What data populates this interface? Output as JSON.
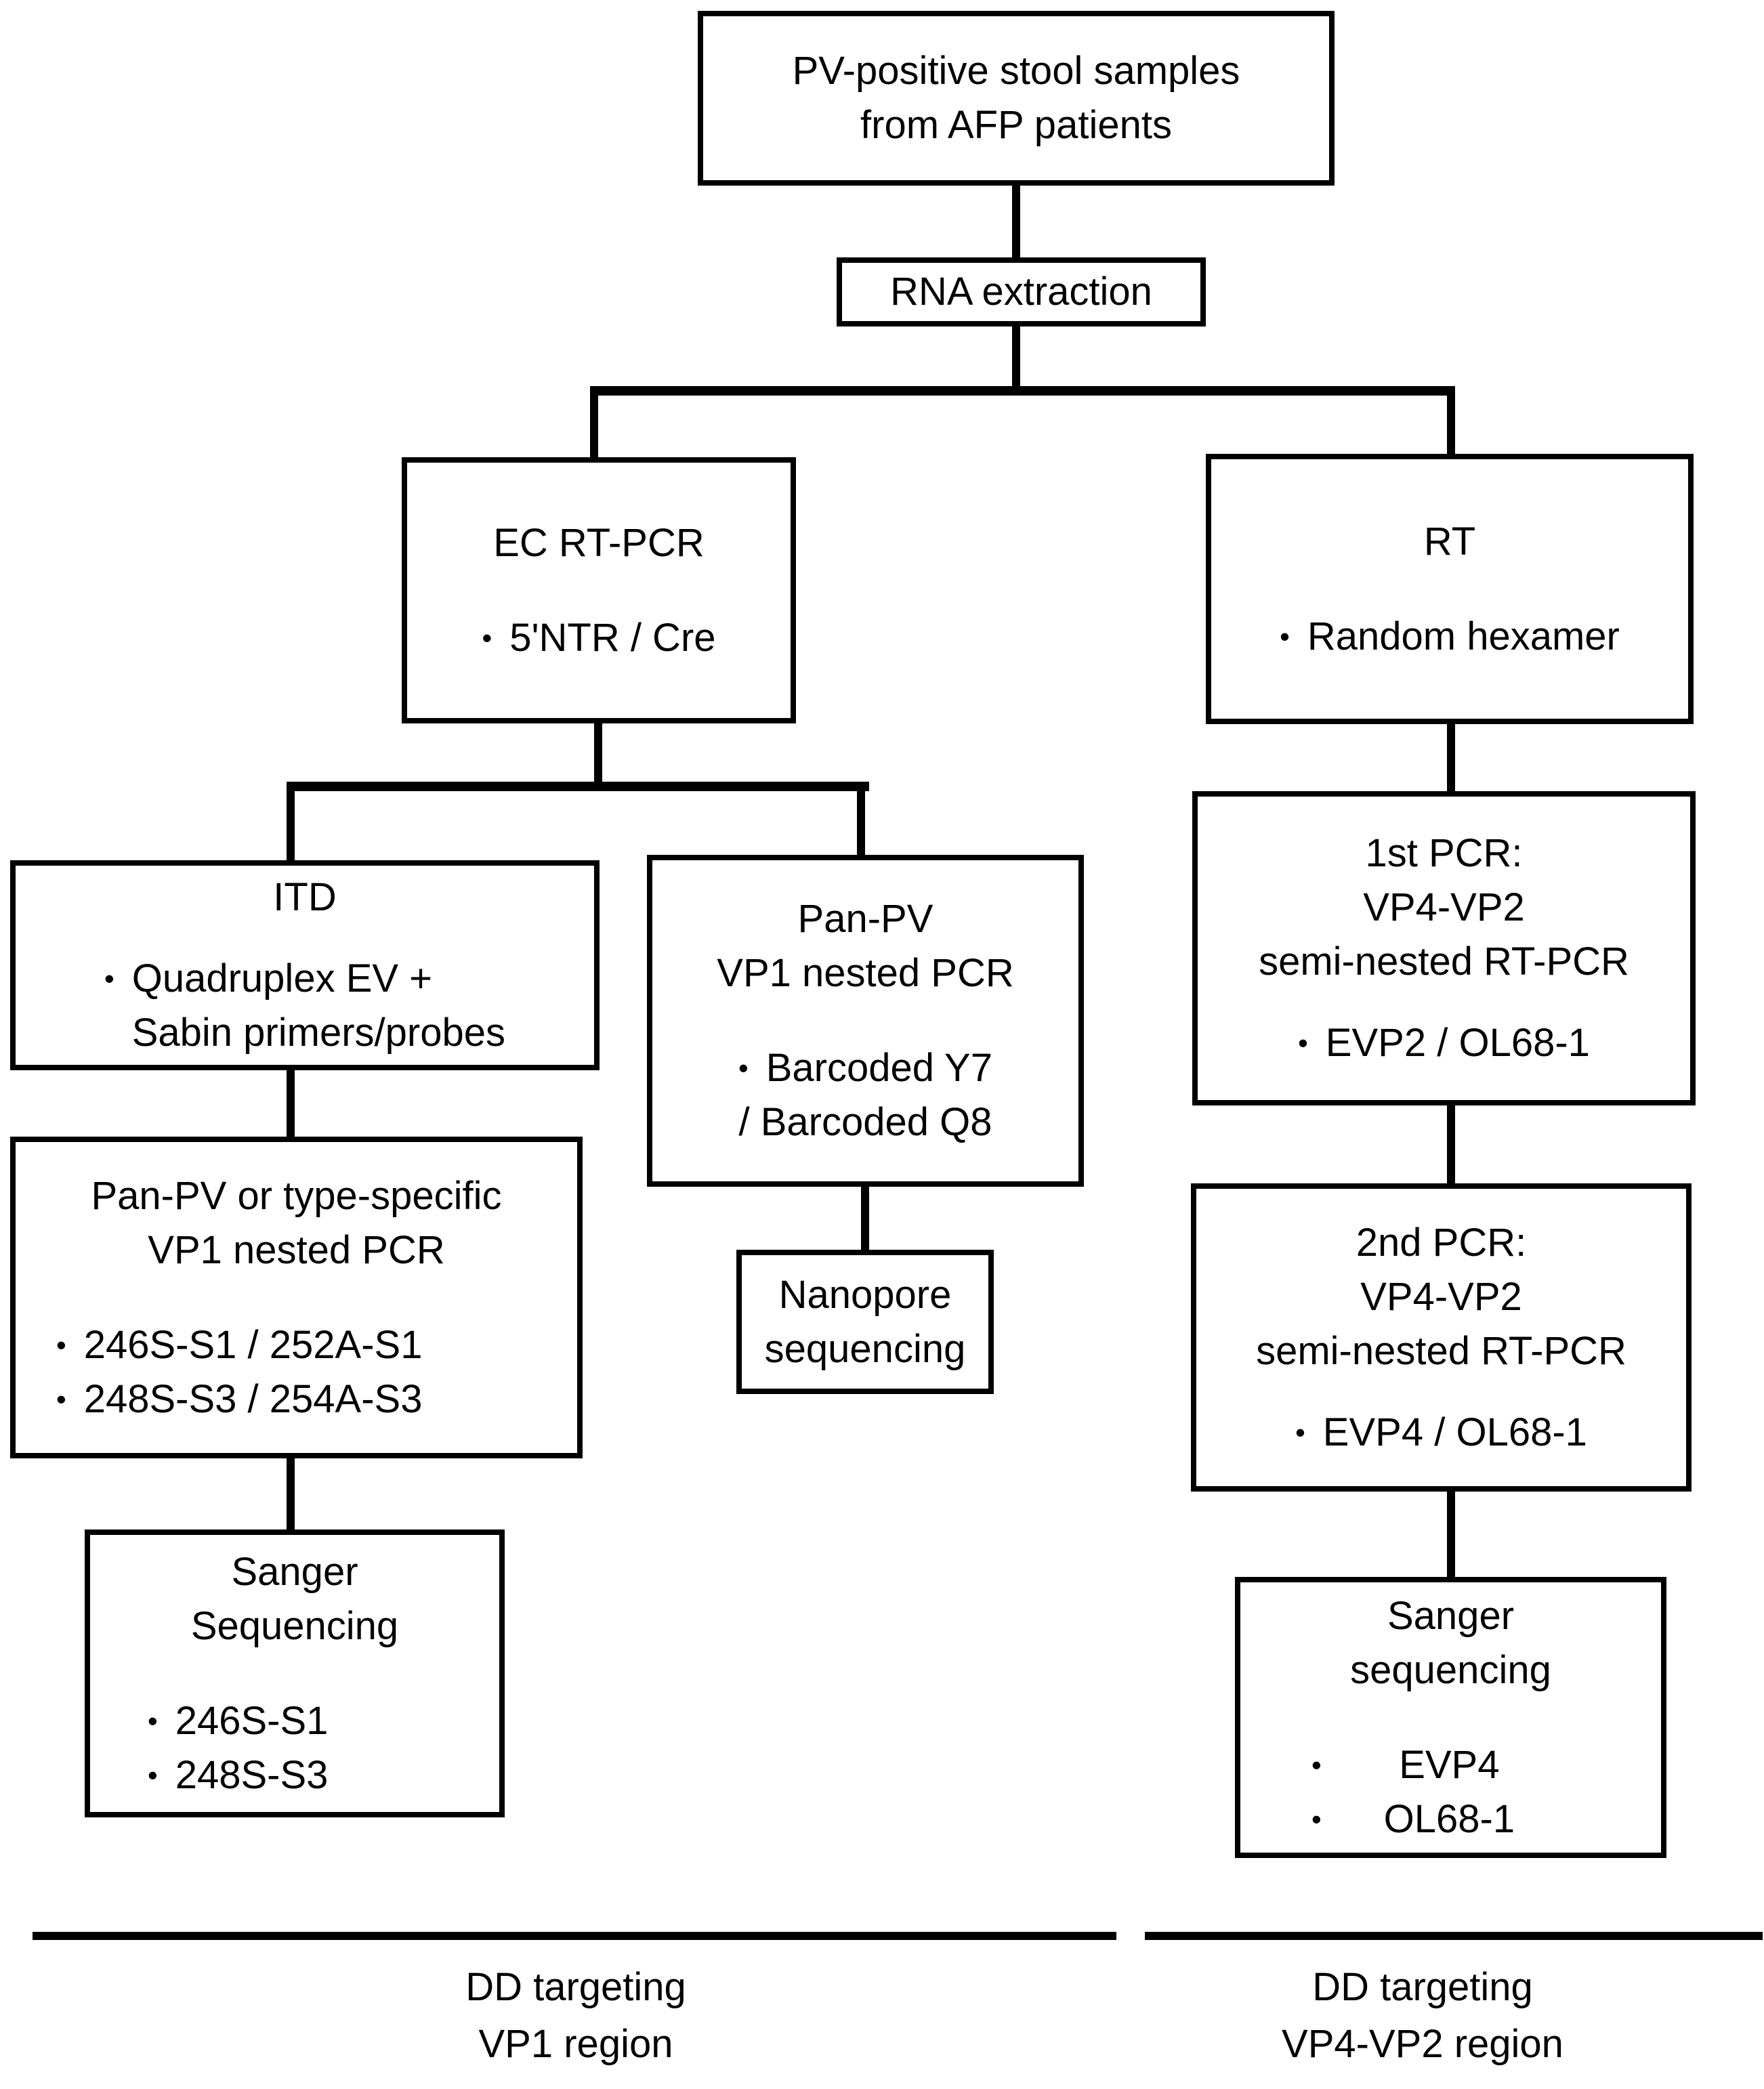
{
  "diagram": {
    "bullet_char": "•",
    "colors": {
      "background": "#ffffff",
      "line": "#000000",
      "text": "#000000"
    },
    "nodes": {
      "root": {
        "line1": "PV-positive stool samples",
        "line2": "from AFP patients"
      },
      "rna": {
        "label": "RNA extraction"
      },
      "ec": {
        "title": "EC RT-PCR",
        "bullet1": "5'NTR / Cre"
      },
      "rt": {
        "title": "RT",
        "bullet1": "Random hexamer"
      },
      "itd": {
        "title": "ITD",
        "bullet1_line1": "Quadruplex EV +",
        "bullet1_line2": "Sabin primers/probes"
      },
      "pan_pv": {
        "title_line1": "Pan-PV",
        "title_line2": "VP1 nested PCR",
        "bullet1": "Barcoded Y7",
        "bullet1_cont": "/ Barcoded Q8"
      },
      "pan_type": {
        "title_line1": "Pan-PV or type-specific",
        "title_line2": "VP1 nested PCR",
        "bullet1": "246S-S1 / 252A-S1",
        "bullet2": "248S-S3 / 254A-S3"
      },
      "nanopore": {
        "line1": "Nanopore",
        "line2": "sequencing"
      },
      "sanger_left": {
        "title_line1": "Sanger",
        "title_line2": "Sequencing",
        "bullet1": "246S-S1",
        "bullet2": "248S-S3"
      },
      "first_pcr": {
        "title_line1": "1st PCR:",
        "title_line2": "VP4-VP2",
        "title_line3": "semi-nested RT-PCR",
        "bullet1": "EVP2 / OL68-1"
      },
      "second_pcr": {
        "title_line1": "2nd PCR:",
        "title_line2": "VP4-VP2",
        "title_line3": "semi-nested RT-PCR",
        "bullet1": "EVP4 / OL68-1"
      },
      "sanger_right": {
        "title_line1": "Sanger",
        "title_line2": "sequencing",
        "bullet1": "EVP4",
        "bullet2": "OL68-1"
      }
    },
    "footers": {
      "left": {
        "line1": "DD targeting",
        "line2": "VP1 region"
      },
      "right": {
        "line1": "DD targeting",
        "line2": "VP4-VP2 region"
      }
    }
  }
}
